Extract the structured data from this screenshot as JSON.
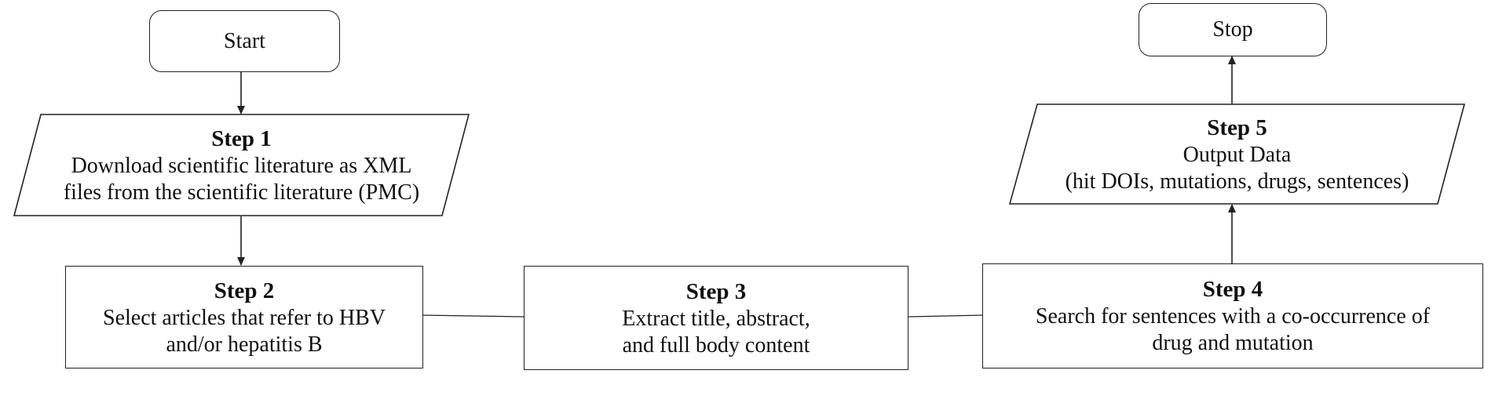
{
  "start": {
    "label": "Start"
  },
  "stop": {
    "label": "Stop"
  },
  "step1": {
    "title": "Step 1",
    "lines": [
      "Download scientific literature as XML",
      "files from the scientific literature (PMC)"
    ]
  },
  "step2": {
    "title": "Step 2",
    "lines": [
      "Select articles that refer to HBV",
      "and/or hepatitis B"
    ]
  },
  "step3": {
    "title": "Step 3",
    "lines": [
      "Extract title, abstract,",
      "and full body content"
    ]
  },
  "step4": {
    "title": "Step 4",
    "lines": [
      "Search for sentences with a co-occurrence of",
      "drug and mutation"
    ]
  },
  "step5": {
    "title": "Step 5",
    "lines": [
      "Output Data",
      "(hit DOIs, mutations, drugs, sentences)"
    ]
  }
}
